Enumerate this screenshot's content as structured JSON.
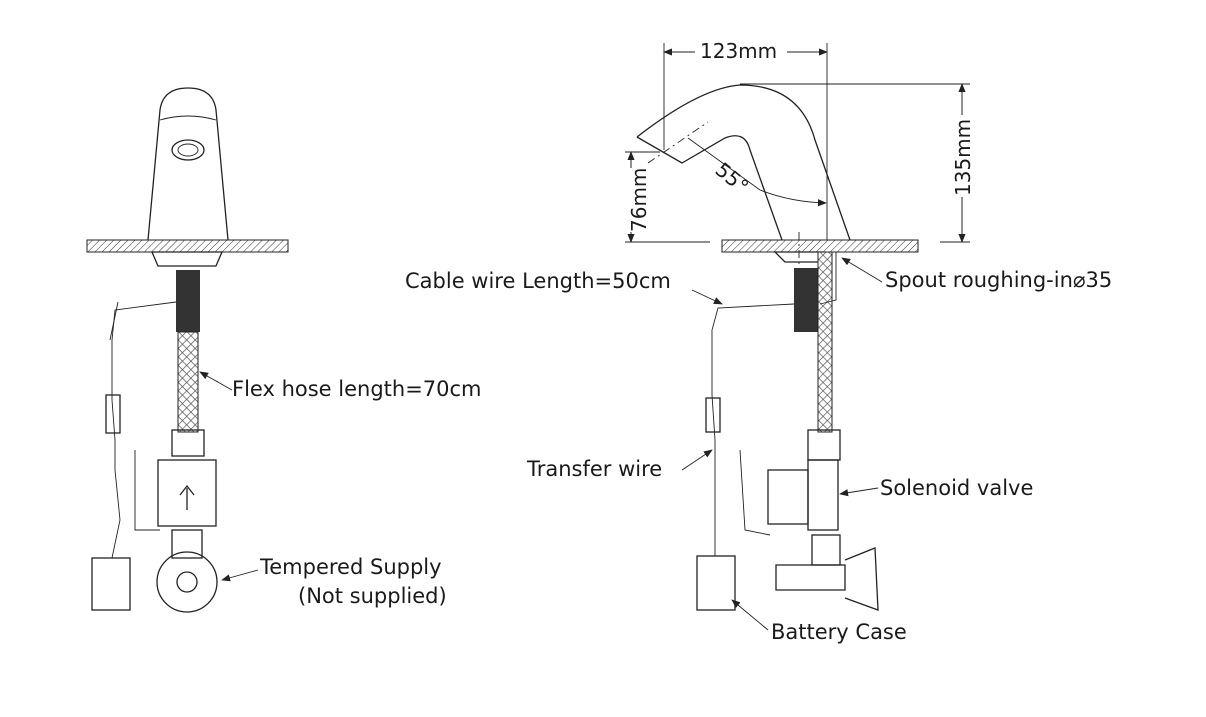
{
  "front_view": {
    "labels": {
      "flex_hose": "Flex hose length=70cm",
      "supply_line1": "Tempered Supply",
      "supply_line2": "(Not supplied)"
    }
  },
  "side_view": {
    "dimensions": {
      "spout_reach": "123mm",
      "height": "135mm",
      "outlet_height": "76mm",
      "angle": "55°"
    },
    "labels": {
      "cable_wire": "Cable wire Length=50cm",
      "spout_roughing": "Spout roughing-in⌀35",
      "transfer_wire": "Transfer wire",
      "solenoid_valve": "Solenoid valve",
      "battery_case": "Battery Case"
    }
  },
  "colors": {
    "line": "#222222",
    "background": "#ffffff"
  }
}
